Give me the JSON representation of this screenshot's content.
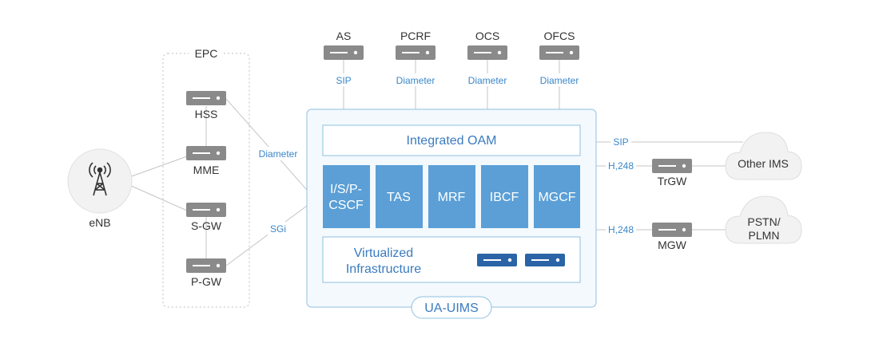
{
  "epc": {
    "title": "EPC",
    "nodes": [
      "HSS",
      "MME",
      "S-GW",
      "P-GW"
    ]
  },
  "enb": {
    "label": "eNB"
  },
  "top_servers": [
    {
      "label": "AS",
      "protocol": "SIP"
    },
    {
      "label": "PCRF",
      "protocol": "Diameter"
    },
    {
      "label": "OCS",
      "protocol": "Diameter"
    },
    {
      "label": "OFCS",
      "protocol": "Diameter"
    }
  ],
  "links": {
    "hss_diameter": "Diameter",
    "pgw_sgi": "SGi"
  },
  "uims": {
    "name": "UA-UIMS",
    "oam": "Integrated OAM",
    "modules": [
      {
        "line1": "I/S/P-",
        "line2": "CSCF"
      },
      {
        "line1": "TAS"
      },
      {
        "line1": "MRF"
      },
      {
        "line1": "IBCF"
      },
      {
        "line1": "MGCF"
      }
    ],
    "infra": {
      "line1": "Virtualized",
      "line2": "Infrastructure"
    }
  },
  "right": {
    "sip": "SIP",
    "h248_top": "H,248",
    "h248_bottom": "H,248",
    "trgw": "TrGW",
    "mgw": "MGW",
    "cloud_other": "Other IMS",
    "cloud_pstn_1": "PSTN/",
    "cloud_pstn_2": "PLMN"
  },
  "colors": {
    "server_gray": "#8a8a8a",
    "module_blue": "#5b9fd6",
    "infra_server": "#2a64a6",
    "frame_border": "#8fc0e0",
    "line_gray": "#c4c4c4",
    "label_blue": "#3a86c8"
  }
}
